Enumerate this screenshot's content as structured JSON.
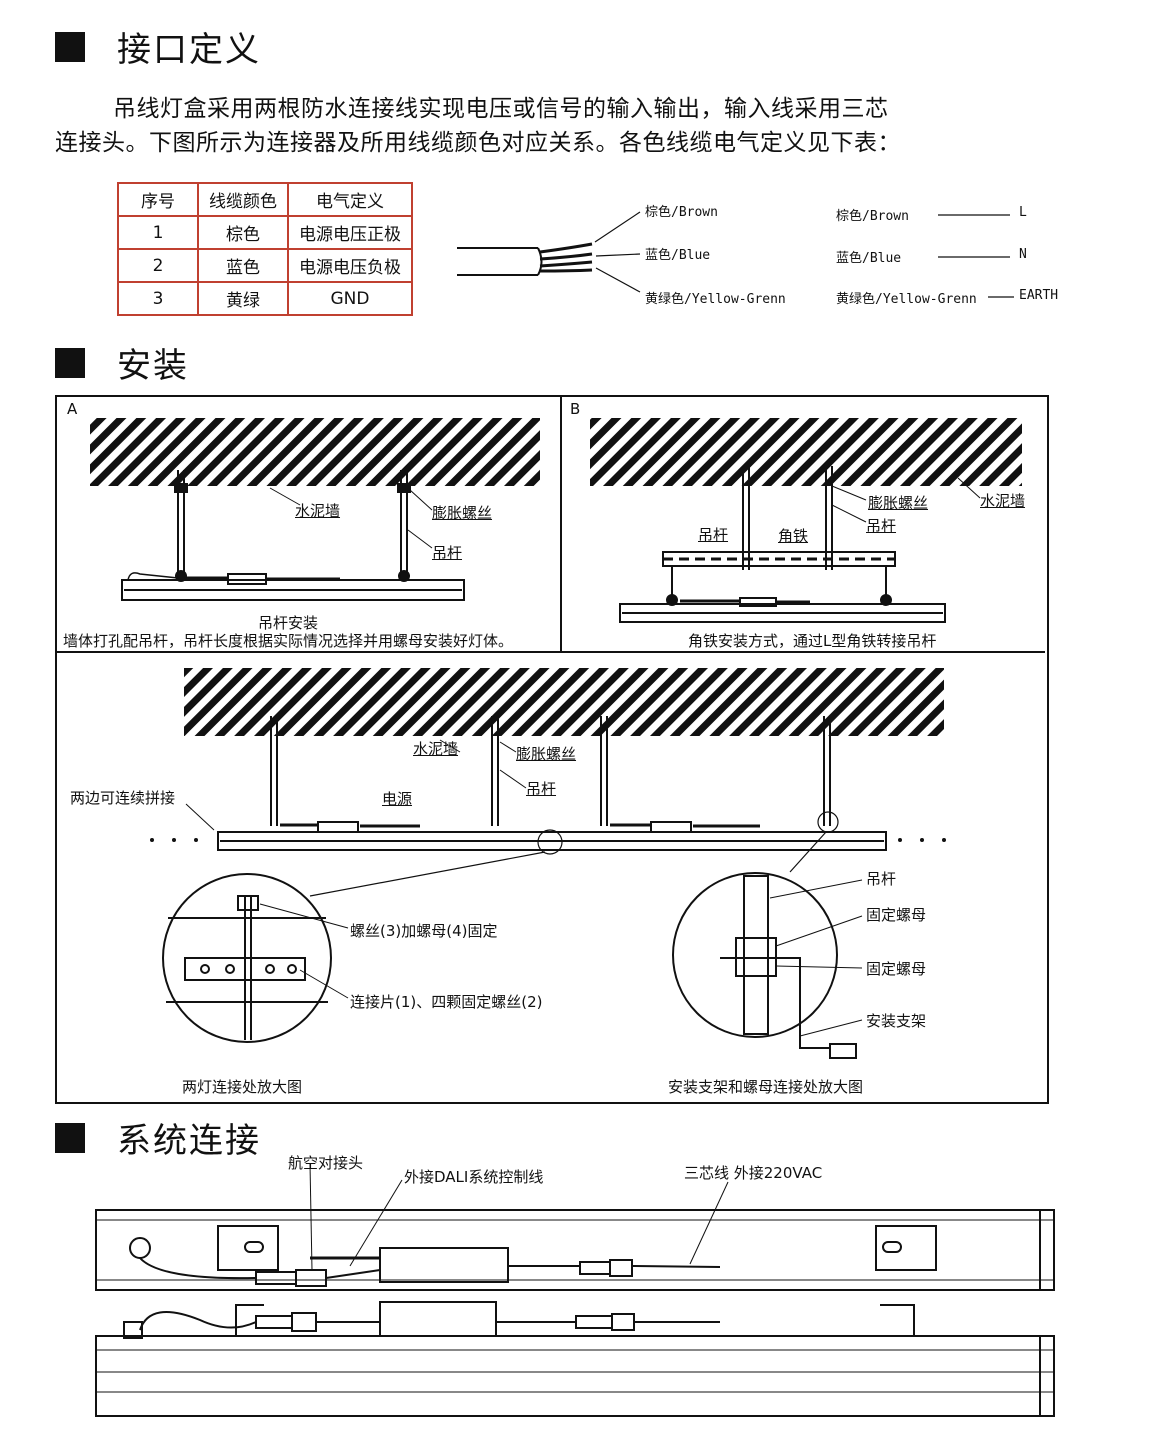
{
  "interface": {
    "title": "接口定义",
    "intro_line1": "吊线灯盒采用两根防水连接线实现电压或信号的输入输出，输入线采用三芯",
    "intro_line2": "连接头。下图所示为连接器及所用线缆颜色对应关系。各色线缆电气定义见下表：",
    "table": {
      "headers": [
        "序号",
        "线缆颜色",
        "电气定义"
      ],
      "rows": [
        [
          "1",
          "棕色",
          "电源电压正极"
        ],
        [
          "2",
          "蓝色",
          "电源电压负极"
        ],
        [
          "3",
          "黄绿",
          "GND"
        ]
      ]
    },
    "wire_labels": [
      "棕色/Brown",
      "蓝色/Blue",
      "黄绿色/Yellow-Grenn"
    ],
    "mapping": [
      {
        "wire": "棕色/Brown",
        "signal": "L"
      },
      {
        "wire": "蓝色/Blue",
        "signal": "N"
      },
      {
        "wire": "黄绿色/Yellow-Grenn",
        "signal": "EARTH"
      }
    ]
  },
  "install": {
    "title": "安装",
    "panel_a": {
      "letter": "A",
      "labels": {
        "wall": "水泥墙",
        "bolt": "膨胀螺丝",
        "rod": "吊杆"
      },
      "caption1": "吊杆安装",
      "caption2": "墙体打孔配吊杆，吊杆长度根据实际情况选择并用螺母安装好灯体。"
    },
    "panel_b": {
      "letter": "B",
      "labels": {
        "bolt": "膨胀螺丝",
        "wall": "水泥墙",
        "rod": "吊杆",
        "rod2": "吊杆",
        "angle": "角铁"
      },
      "caption": "角铁安装方式，通过L型角铁转接吊杆"
    },
    "panel_c": {
      "labels": {
        "wall": "水泥墙",
        "bolt": "膨胀螺丝",
        "rod": "吊杆",
        "power": "电源",
        "splice": "两边可连续拼接"
      },
      "detail_left": {
        "screw": "螺丝(3)加螺母(4)固定",
        "plate": "连接片(1)、四颗固定螺丝(2)",
        "caption": "两灯连接处放大图"
      },
      "detail_right": {
        "rod": "吊杆",
        "nut1": "固定螺母",
        "nut2": "固定螺母",
        "bracket": "安装支架",
        "caption": "安装支架和螺母连接处放大图"
      }
    }
  },
  "system": {
    "title": "系统连接",
    "labels": {
      "aviation": "航空对接头",
      "dali": "外接DALI系统控制线",
      "mains": "三芯线 外接220VAC"
    }
  }
}
